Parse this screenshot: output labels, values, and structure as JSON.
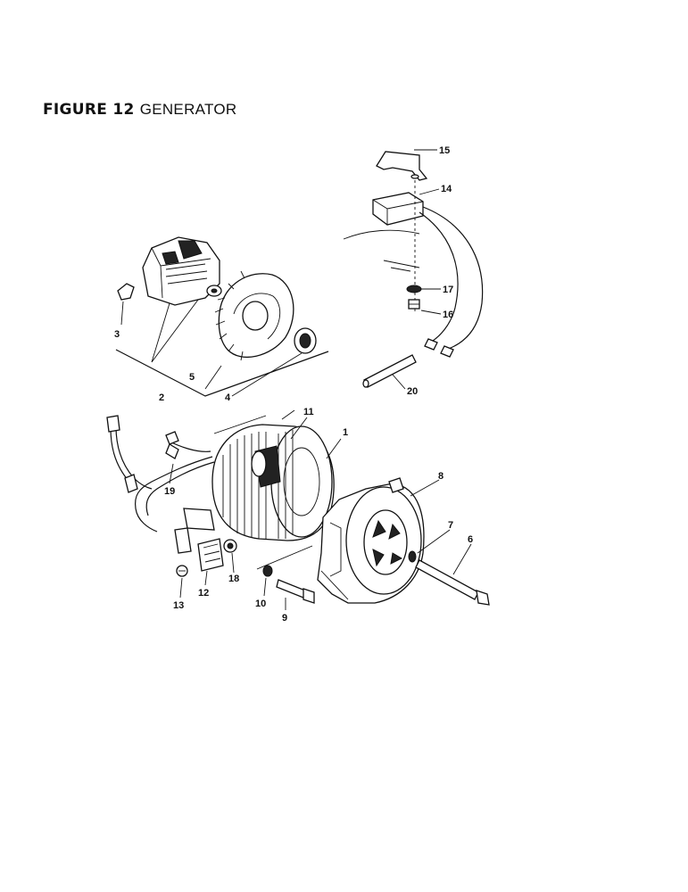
{
  "figure": {
    "number_label": "FIGURE 12",
    "name": "GENERATOR"
  },
  "callouts": [
    {
      "id": "c1",
      "label": "1"
    },
    {
      "id": "c2",
      "label": "2"
    },
    {
      "id": "c3",
      "label": "3"
    },
    {
      "id": "c4",
      "label": "4"
    },
    {
      "id": "c5",
      "label": "5"
    },
    {
      "id": "c6",
      "label": "6"
    },
    {
      "id": "c7",
      "label": "7"
    },
    {
      "id": "c8",
      "label": "8"
    },
    {
      "id": "c9",
      "label": "9"
    },
    {
      "id": "c10",
      "label": "10"
    },
    {
      "id": "c11",
      "label": "11"
    },
    {
      "id": "c12",
      "label": "12"
    },
    {
      "id": "c13",
      "label": "13"
    },
    {
      "id": "c14",
      "label": "14"
    },
    {
      "id": "c15",
      "label": "15"
    },
    {
      "id": "c17",
      "label": "17"
    },
    {
      "id": "c16",
      "label": "16"
    },
    {
      "id": "c18",
      "label": "18"
    },
    {
      "id": "c19",
      "label": "19"
    },
    {
      "id": "c20",
      "label": "20"
    }
  ]
}
